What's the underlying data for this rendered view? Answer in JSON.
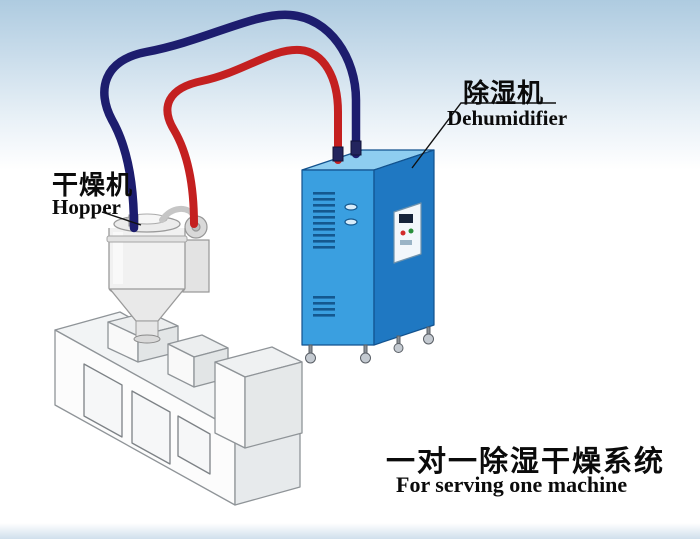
{
  "labels": {
    "hopper": {
      "zh": "干燥机",
      "en": "Hopper"
    },
    "dehumidifier": {
      "zh": "除湿机",
      "en": "Dehumidifier"
    },
    "caption": {
      "zh": "一对一除湿干燥系统",
      "en": "For serving one machine"
    }
  },
  "colors": {
    "pipe_dry_air_red": "#c42020",
    "pipe_return_air_navy": "#1d1d6e",
    "dehumidifier_front": "#3a9fe0",
    "dehumidifier_side": "#1f78c2",
    "dehumidifier_top": "#8ecdf0",
    "background_top": "#aecbe0"
  },
  "components": [
    "dehumidifier-unit",
    "hopper-dryer",
    "extruder-machine",
    "dry-air-pipe",
    "return-air-pipe"
  ]
}
